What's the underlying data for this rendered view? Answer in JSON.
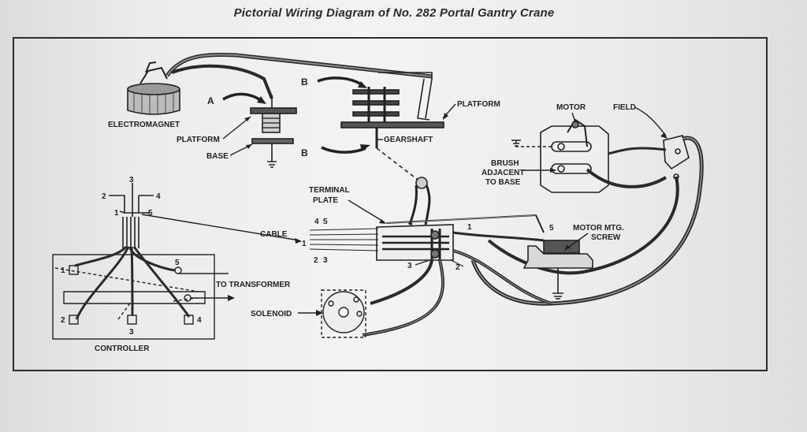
{
  "title": "Pictorial Wiring Diagram of No. 282 Portal Gantry Crane",
  "labels": {
    "electromagnet": "ELECTROMAGNET",
    "platform_left": "PLATFORM",
    "base": "BASE",
    "arrow_a": "A",
    "arrow_b_top": "B",
    "arrow_b_bottom": "B",
    "gearshaft": "GEARSHAFT",
    "platform_right": "PLATFORM",
    "motor": "MOTOR",
    "field": "FIELD",
    "brush_line1": "BRUSH",
    "brush_line2": "ADJACENT",
    "brush_line3": "TO BASE",
    "terminal_line1": "TERMINAL",
    "terminal_line2": "PLATE",
    "cable": "CABLE",
    "motor_mtg_line1": "MOTOR MTG.",
    "motor_mtg_line2": "SCREW",
    "to_transformer": "TO TRANSFORMER",
    "solenoid": "SOLENOID",
    "controller": "CONTROLLER"
  },
  "numbers": {
    "n1": "1",
    "n2": "2",
    "n3": "3",
    "n4": "4",
    "n5": "5"
  }
}
